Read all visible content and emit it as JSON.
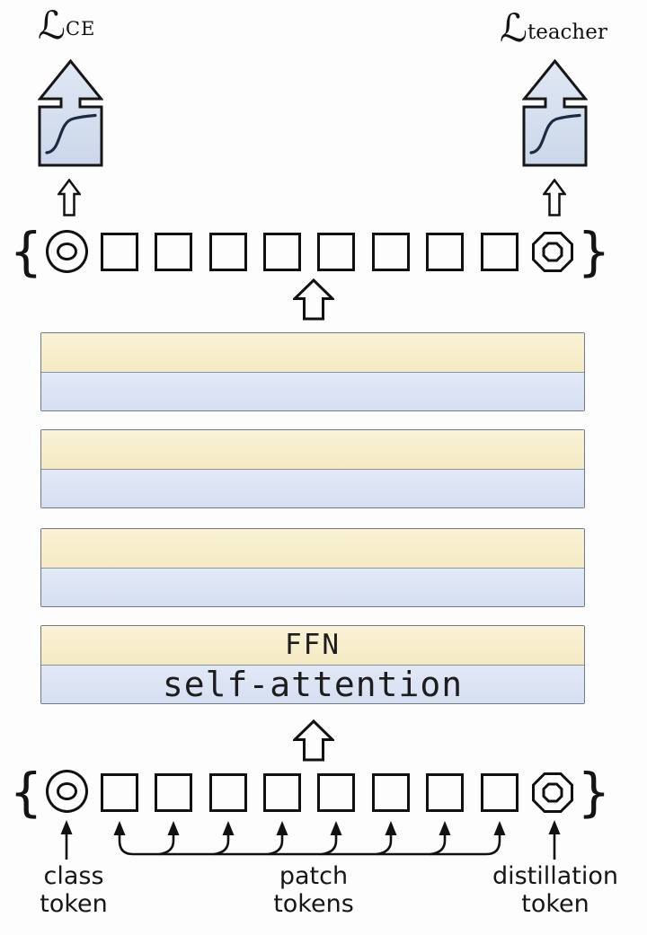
{
  "figure": {
    "losses": {
      "ce": {
        "symbol": "ℒ",
        "subscript": "CE"
      },
      "teacher": {
        "symbol": "ℒ",
        "subscript": "teacher"
      }
    },
    "transformer": {
      "ffn_label": "FFN",
      "attention_label": "self-attention",
      "plain_block_count": 3
    },
    "tokens": {
      "brace_open": "{",
      "brace_close": "}",
      "patch_count": 8,
      "class_token_shape": "double-circle",
      "distillation_token_shape": "double-octagon"
    },
    "captions": {
      "class_token": {
        "line1": "class",
        "line2": "token"
      },
      "patch_tokens": {
        "line1": "patch",
        "line2": "tokens"
      },
      "distillation_token": {
        "line1": "distillation",
        "line2": "token"
      }
    },
    "colors": {
      "ffn_yellow": "#f8eecb",
      "attention_blue": "#dce5f5",
      "head_fill_top": "#e0e8f4",
      "head_fill_bottom": "#cbd7ea",
      "outline": "#161616",
      "block_border": "#6f7987"
    }
  }
}
